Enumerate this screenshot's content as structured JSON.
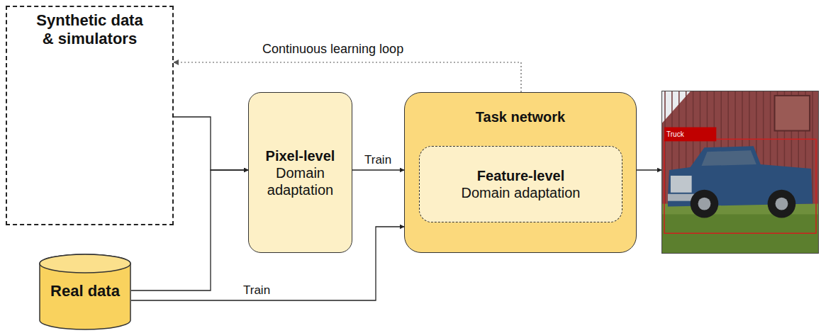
{
  "diagram": {
    "nodes": [
      {
        "text": [
          "Synthetic data & simulators"
        ]
      },
      {
        "text": [
          "Real data"
        ]
      },
      {
        "text": [
          "Pixel-level",
          "Domain adaptation"
        ]
      },
      {
        "text": [
          "Task network"
        ]
      },
      {
        "text": [
          "Feature-level",
          "Domain adaptation"
        ],
        "in": 3
      },
      {
        "text": [
          "Truck"
        ]
      }
    ],
    "edges": [
      {
        "from": 0,
        "to": 2,
        "arrow": "to"
      },
      {
        "from": 1,
        "to": 2,
        "arrow": "to"
      },
      {
        "from": 2,
        "to": 3,
        "label": "Train",
        "arrow": "to"
      },
      {
        "from": 1,
        "to": 3,
        "label": "Train",
        "arrow": "to"
      },
      {
        "from": 3,
        "to": 5,
        "arrow": "to"
      },
      {
        "from": 3,
        "to": 0,
        "label": "Continuous learning loop",
        "arrow": "to"
      }
    ]
  }
}
